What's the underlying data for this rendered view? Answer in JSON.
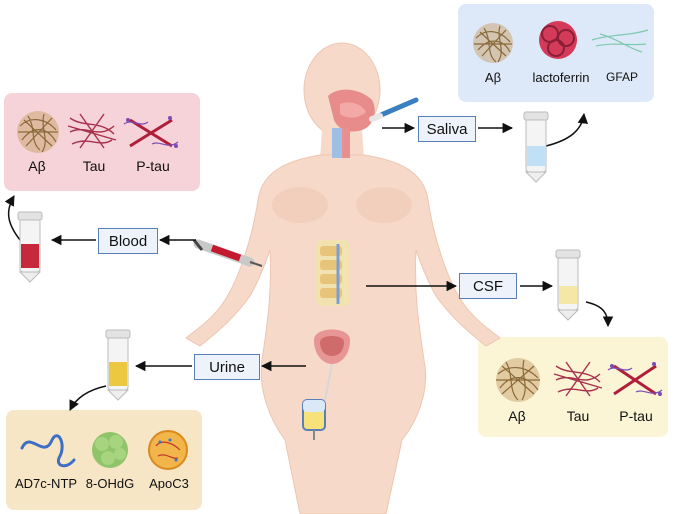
{
  "samples": {
    "saliva": "Saliva",
    "blood": "Blood",
    "csf": "CSF",
    "urine": "Urine"
  },
  "panels": {
    "saliva": {
      "color": "#dde9f8",
      "biomarkers": [
        "Aβ",
        "lactoferrin",
        "GFAP"
      ]
    },
    "blood": {
      "color": "#f5d3d8",
      "biomarkers": [
        "Aβ",
        "Tau",
        "P-tau"
      ]
    },
    "csf": {
      "color": "#fbf5d6",
      "biomarkers": [
        "Aβ",
        "Tau",
        "P-tau"
      ]
    },
    "urine": {
      "color": "#f6e6c6",
      "biomarkers": [
        "AD7c-NTP",
        "8-OHdG",
        "ApoC3"
      ]
    }
  },
  "colors": {
    "box_border": "#5a7fb8",
    "box_fill": "#eef3fb",
    "body": "#f6d9c9",
    "amyloid": "#8a6a3a",
    "tau": "#a8324e",
    "ptau_strand": "#b01f3a",
    "ptau_phospho": "#7b4bb8"
  }
}
